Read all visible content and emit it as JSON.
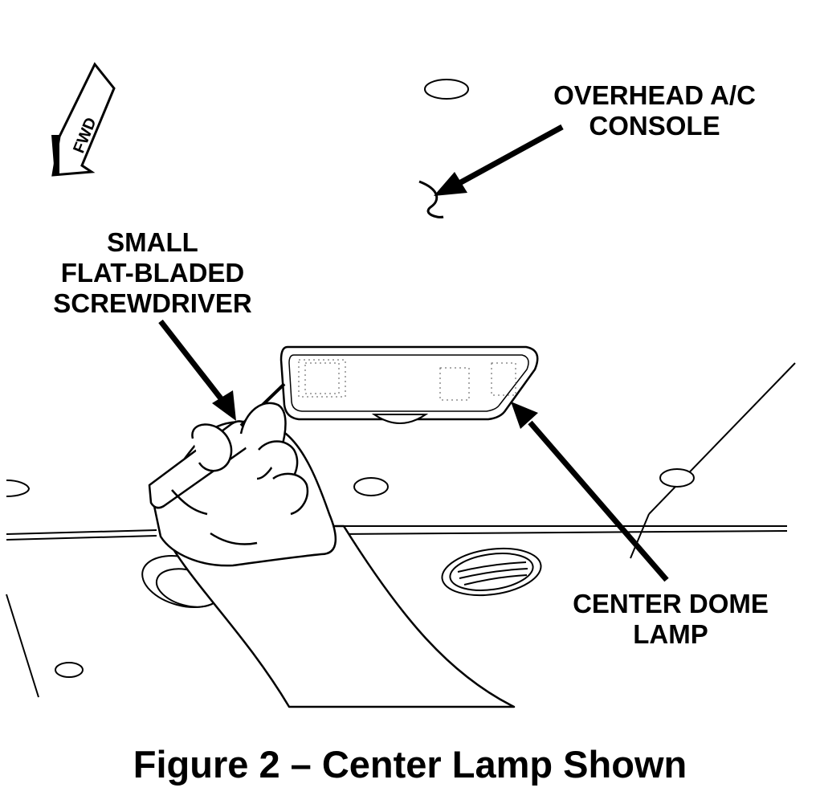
{
  "labels": {
    "overhead_console": [
      "OVERHEAD A/C",
      "CONSOLE"
    ],
    "screwdriver": [
      "SMALL",
      "FLAT-BLADED",
      "SCREWDRIVER"
    ],
    "dome_lamp": [
      "CENTER DOME",
      "LAMP"
    ],
    "fwd": "FWD"
  },
  "caption": "Figure 2 – Center Lamp Shown"
}
